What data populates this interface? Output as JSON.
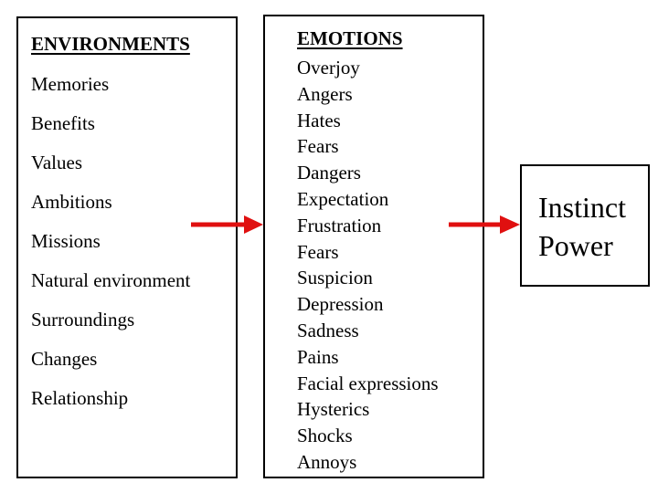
{
  "environments": {
    "title": "ENVIRONMENTS",
    "items": [
      "Memories",
      "Benefits",
      "Values",
      "Ambitions",
      "Missions",
      "Natural environment",
      "Surroundings",
      "Changes",
      "Relationship"
    ]
  },
  "emotions": {
    "title": "EMOTIONS",
    "items": [
      "Overjoy",
      "Angers",
      "Hates",
      "Fears",
      "Dangers",
      "Expectation",
      "Frustration",
      "Fears",
      "Suspicion",
      "Depression",
      "Sadness",
      "Pains",
      "Facial expressions",
      "Hysterics",
      "Shocks",
      "Annoys"
    ]
  },
  "result": {
    "lines": [
      "Instinct",
      "Power"
    ]
  },
  "colors": {
    "arrow": "#e01010",
    "border": "#000000"
  }
}
